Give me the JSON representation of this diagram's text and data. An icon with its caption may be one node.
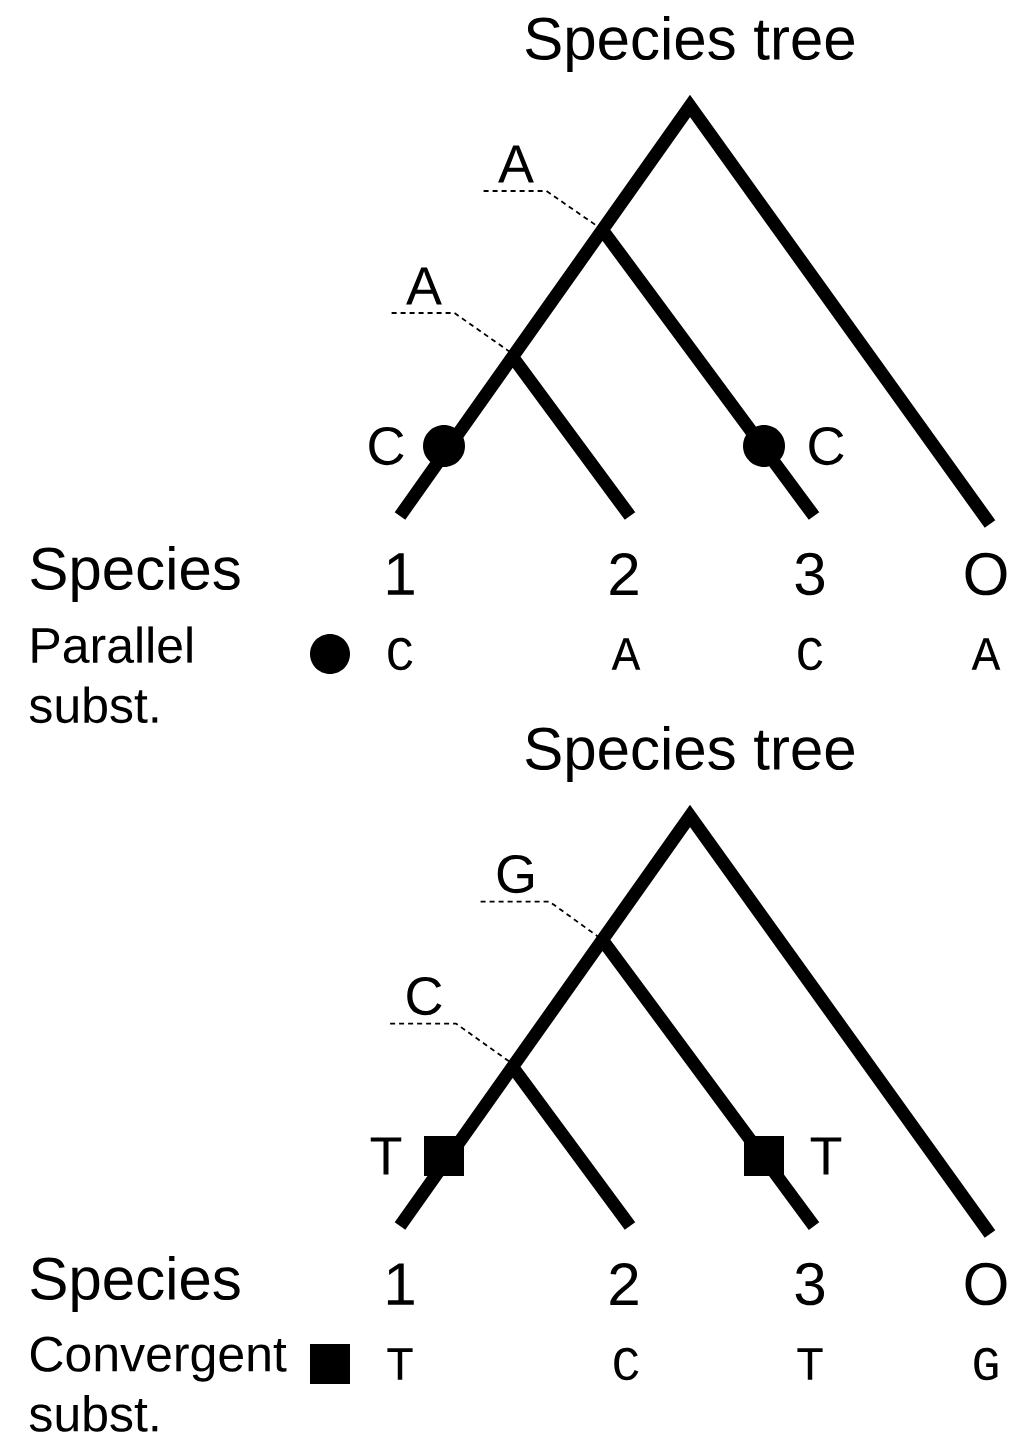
{
  "diagram": {
    "nodes": [
      {
        "text": [
          "A"
        ]
      },
      {
        "text": [
          "A"
        ]
      },
      {
        "text": [
          "G"
        ]
      },
      {
        "text": [
          "C"
        ]
      }
    ],
    "edges": [
      {
        "from": 0,
        "to": null,
        "arrow": "none",
        "style": "dashed"
      },
      {
        "from": 1,
        "to": null,
        "arrow": "none",
        "style": "dashed"
      },
      {
        "from": 2,
        "to": null,
        "arrow": "none",
        "style": "dashed"
      },
      {
        "from": 3,
        "to": null,
        "arrow": "none",
        "style": "dashed"
      }
    ],
    "labels": [
      "Species tree",
      "C",
      "C",
      "Species",
      "1",
      "2",
      "3",
      "O",
      "Parallel subst.",
      "C",
      "A",
      "C",
      "A",
      "Species tree",
      "T",
      "T",
      "Species",
      "1",
      "2",
      "3",
      "O",
      "Convergent subst.",
      "T",
      "C",
      "T",
      "G"
    ]
  }
}
